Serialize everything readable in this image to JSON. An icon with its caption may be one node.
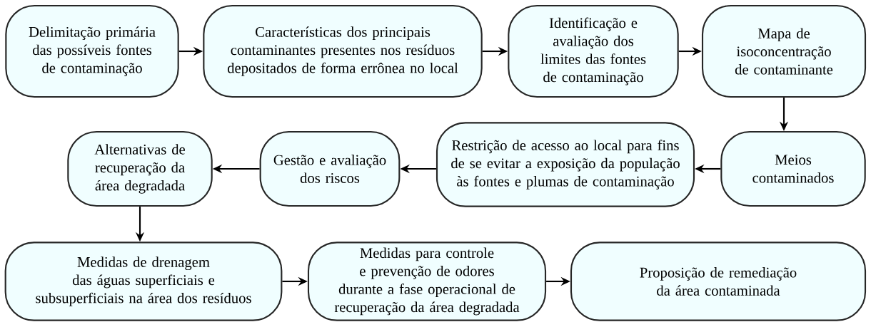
{
  "diagram": {
    "nodes": [
      {
        "text": [
          "Delimitação primária das possíveis fontes de contaminação"
        ]
      },
      {
        "text": [
          "Características dos principais contaminantes presentes nos resíduos depositados de forma errônea no local"
        ]
      },
      {
        "text": [
          "Identificação e avaliação dos limites das fontes de contaminação"
        ]
      },
      {
        "text": [
          "Mapa de isoconcentração de contaminante"
        ]
      },
      {
        "text": [
          "Meios contaminados"
        ]
      },
      {
        "text": [
          "Restrição de acesso ao local para fins de se evitar a exposição da população às fontes e plumas de contaminação"
        ]
      },
      {
        "text": [
          "Gestão e avaliação dos riscos"
        ]
      },
      {
        "text": [
          "Alternativas de recuperação da área degradada"
        ]
      },
      {
        "text": [
          "Medidas de drenagem das águas superficiais e subsuperficiais na área dos resíduos"
        ]
      },
      {
        "text": [
          "Medidas para controle e prevenção de odores durante a fase operacional de recuperação da área degradada"
        ]
      },
      {
        "text": [
          "Proposição de remediação da área contaminada"
        ]
      }
    ],
    "edges": [
      {
        "from": 0,
        "to": 1,
        "arrow": "to"
      },
      {
        "from": 1,
        "to": 2,
        "arrow": "to"
      },
      {
        "from": 2,
        "to": 3,
        "arrow": "to"
      },
      {
        "from": 3,
        "to": 4,
        "arrow": "to"
      },
      {
        "from": 4,
        "to": 5,
        "arrow": "to"
      },
      {
        "from": 5,
        "to": 6,
        "arrow": "to"
      },
      {
        "from": 6,
        "to": 7,
        "arrow": "to"
      },
      {
        "from": 7,
        "to": 8,
        "arrow": "to"
      },
      {
        "from": 8,
        "to": 9,
        "arrow": "to"
      },
      {
        "from": 9,
        "to": 10,
        "arrow": "to"
      }
    ]
  }
}
